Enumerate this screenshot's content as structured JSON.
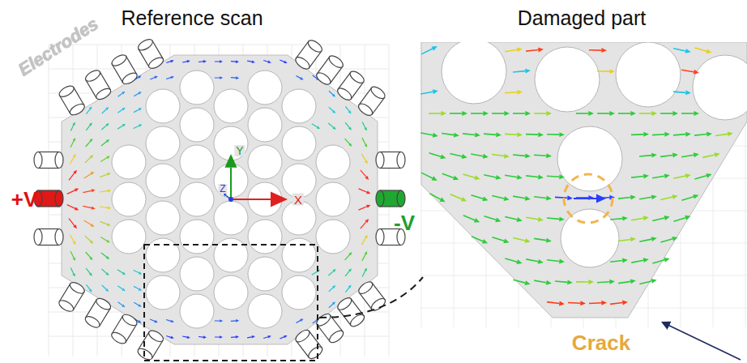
{
  "diagram": {
    "labels": [
      "Reference scan",
      "Damaged part",
      "Electrodes",
      "+V",
      "-V",
      "Y",
      "Z",
      "X",
      "Crack"
    ]
  }
}
